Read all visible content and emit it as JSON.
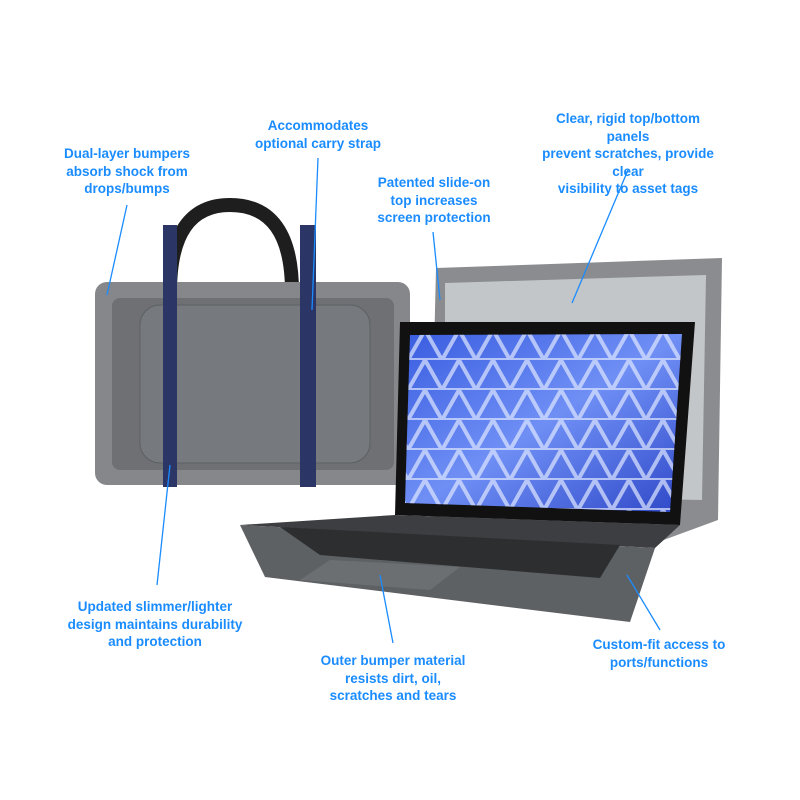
{
  "accent_color": "#1a8cff",
  "callouts": {
    "dual_layer": "Dual-layer bumpers\nabsorb shock from\ndrops/bumps",
    "carry_strap": "Accommodates\noptional carry strap",
    "clear_panels": "Clear, rigid top/bottom panels\nprevent scratches, provide clear\nvisibility to asset tags",
    "slide_on": "Patented slide-on\ntop increases\nscreen protection",
    "slimmer": "Updated slimmer/lighter\ndesign maintains durability\nand protection",
    "outer_bumper": "Outer bumper material\nresists dirt, oil,\nscratches and tears",
    "custom_fit": "Custom-fit access to\nports/functions"
  }
}
